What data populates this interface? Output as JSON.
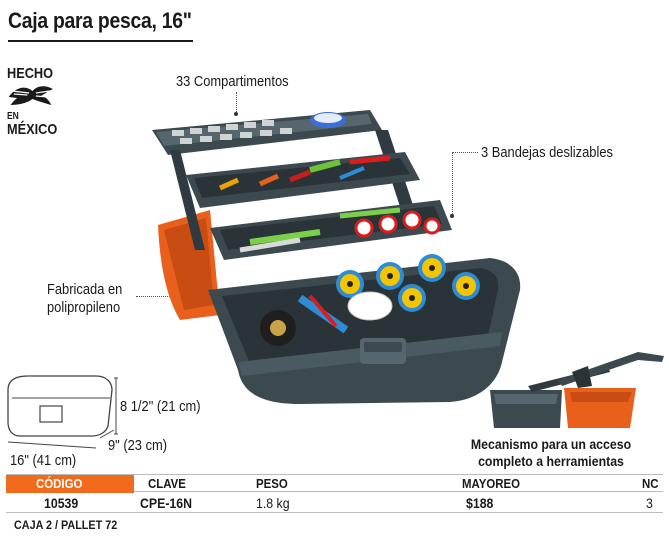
{
  "title": "Caja para pesca, 16\"",
  "badge": {
    "line1": "HECHO",
    "line2": "EN",
    "line3": "MÉXICO"
  },
  "callouts": {
    "compartments": "33 Compartimentos",
    "trays": "3 Bandejas deslizables",
    "material_line1": "Fabricada en",
    "material_line2": "polipropileno"
  },
  "dimensions": {
    "height": "8 1/2\" (21 cm)",
    "depth": "9\" (23 cm)",
    "width": "16\" (41 cm)"
  },
  "mechanism": {
    "line1": "Mecanismo para un acceso",
    "line2": "completo a herramientas"
  },
  "spec_table": {
    "headers": [
      "CÓDIGO",
      "CLAVE",
      "PESO",
      "MAYOREO",
      "NC"
    ],
    "row": [
      "10539",
      "CPE-16N",
      "1.8 kg",
      "$188",
      "3"
    ]
  },
  "footer": "CAJA 2 / PALLET 72",
  "colors": {
    "accent": "#f26a1b",
    "box_body": "#3c4a50",
    "box_orange": "#e8601c"
  },
  "icons": [
    "eagle-serpent-emblem-icon"
  ]
}
